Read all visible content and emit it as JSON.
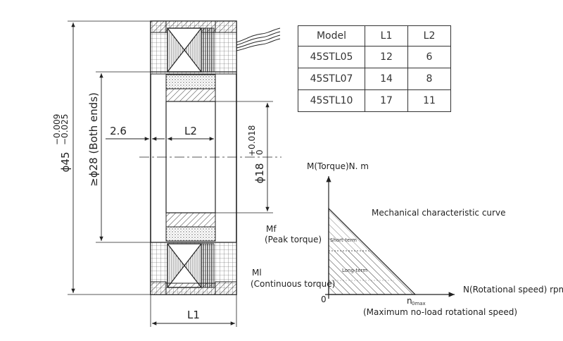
{
  "drawing": {
    "dim_outer": "ϕ45",
    "dim_outer_tol_upper": "−0.009",
    "dim_outer_tol_lower": "−0.025",
    "dim_both_ends": "≥ϕ28 (Both ends)",
    "dim_bore": "ϕ18",
    "dim_bore_tol_upper": "+0.018",
    "dim_bore_tol_lower": "0",
    "dim_offset": "2.6",
    "dim_l2": "L2",
    "dim_l1": "L1"
  },
  "spec_table": {
    "headers": [
      "Model",
      "L1",
      "L2"
    ],
    "rows": [
      [
        "45STL05",
        "12",
        "6"
      ],
      [
        "45STL07",
        "14",
        "8"
      ],
      [
        "45STL10",
        "17",
        "11"
      ]
    ]
  },
  "curve": {
    "y_axis_label": "M(Torque)N. m",
    "x_axis_label": "N(Rotational speed) rpm",
    "title": "Mechanical characteristic curve",
    "mf_label": "Mf",
    "mf_desc": "(Peak torque)",
    "ml_label": "Ml",
    "ml_desc": "(Continuous torque)",
    "origin": "0",
    "nmax_label": "n",
    "nmax_sub": "0max",
    "nmax_desc": "(Maximum no-load rotational speed)",
    "short_term": "Short-term",
    "long_term": "Long-term"
  }
}
